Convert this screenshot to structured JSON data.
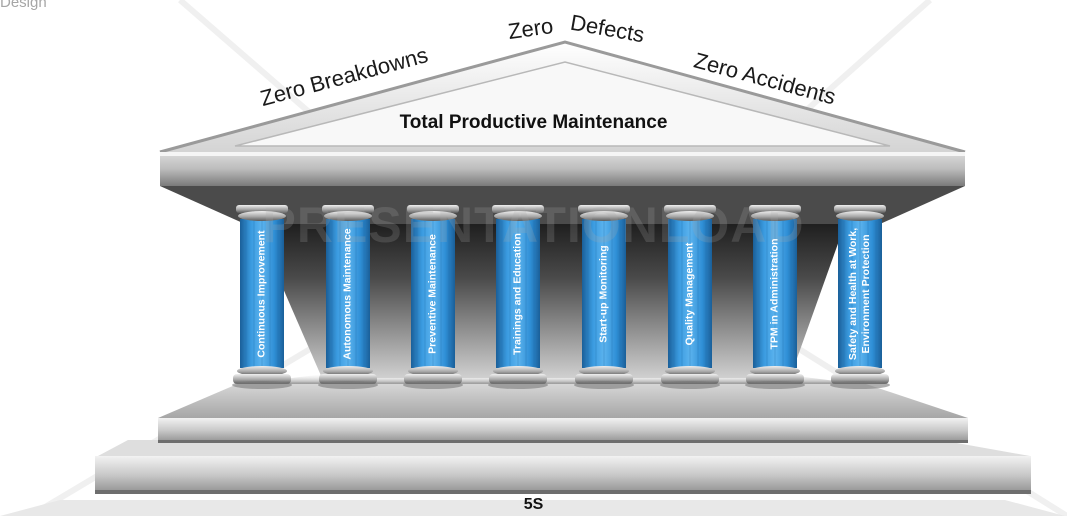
{
  "corner_label": "Design",
  "roof": {
    "left_label": "Zero Breakdowns",
    "center_label_1": "Zero",
    "center_label_2": "Defects",
    "right_label": "Zero Accidents",
    "title": "Total Productive Maintenance"
  },
  "watermark": "PRESENTATIONLOAD",
  "pillars": [
    {
      "label": "Continuous Improvement"
    },
    {
      "label": "Autonomous Maintenance"
    },
    {
      "label": "Preventive Maintenance"
    },
    {
      "label": "Trainings and Education"
    },
    {
      "label": "Start-up Monitoring"
    },
    {
      "label": "Quality Management"
    },
    {
      "label": "TPM in Administration"
    },
    {
      "label": "Safety and Health at Work,\nEnvironment Protection"
    }
  ],
  "base": {
    "label": "5S"
  },
  "colors": {
    "pillar_blue": "#2f8fd6",
    "pillar_dark": "#1a5f99",
    "stone_light": "#e6e6e6",
    "stone_mid": "#b3b3b3",
    "stone_dark": "#4d4d4d"
  }
}
